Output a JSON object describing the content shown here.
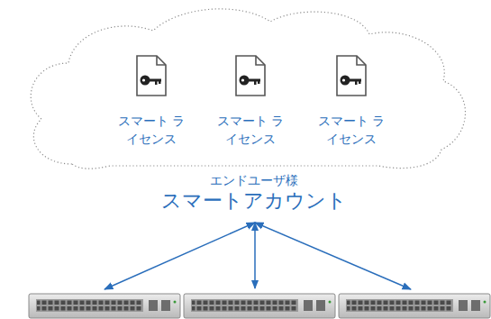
{
  "diagram": {
    "nodes": [
      {
        "text": [
          "エンドユーザ様",
          "スマートアカウント"
        ]
      },
      {
        "text": [
          "スマート ライセンス"
        ],
        "in": 0
      },
      {
        "text": [
          "スマート ライセンス"
        ],
        "in": 0
      },
      {
        "text": [
          "スマート ライセンス"
        ],
        "in": 0
      }
    ]
  }
}
